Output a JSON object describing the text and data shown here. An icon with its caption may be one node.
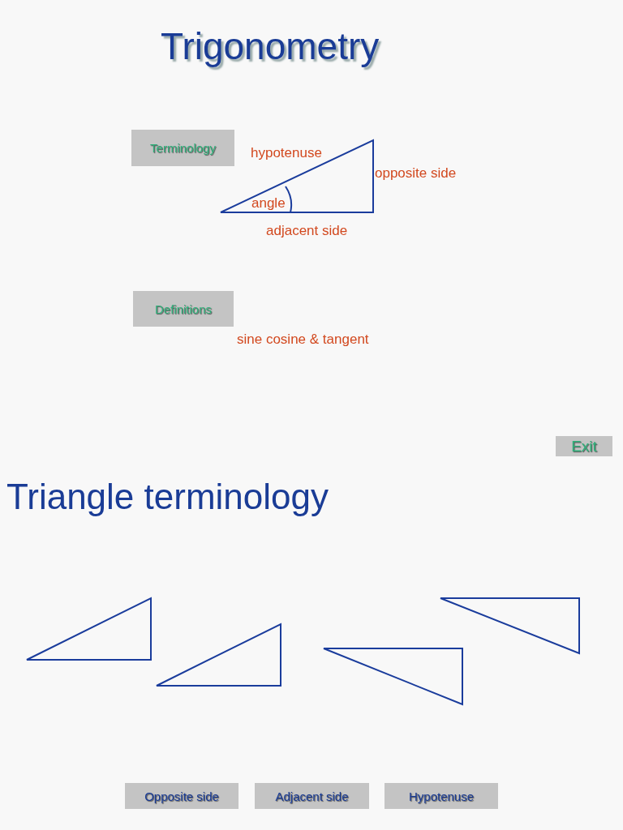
{
  "diagram": {
    "title": "Trigonometry",
    "nodes": [
      {
        "text": [
          "Terminology"
        ]
      },
      {
        "text": [
          "Definitions"
        ]
      },
      {
        "text": [
          "Exit"
        ]
      },
      {
        "text": [
          "Opposite side"
        ]
      },
      {
        "text": [
          "Adjacent side"
        ]
      },
      {
        "text": [
          "Hypotenuse"
        ]
      }
    ],
    "edges": [],
    "labels": [
      "hypotenuse",
      "opposite side",
      "angle",
      "adjacent side",
      "sine cosine & tangent",
      "Triangle terminology"
    ]
  }
}
